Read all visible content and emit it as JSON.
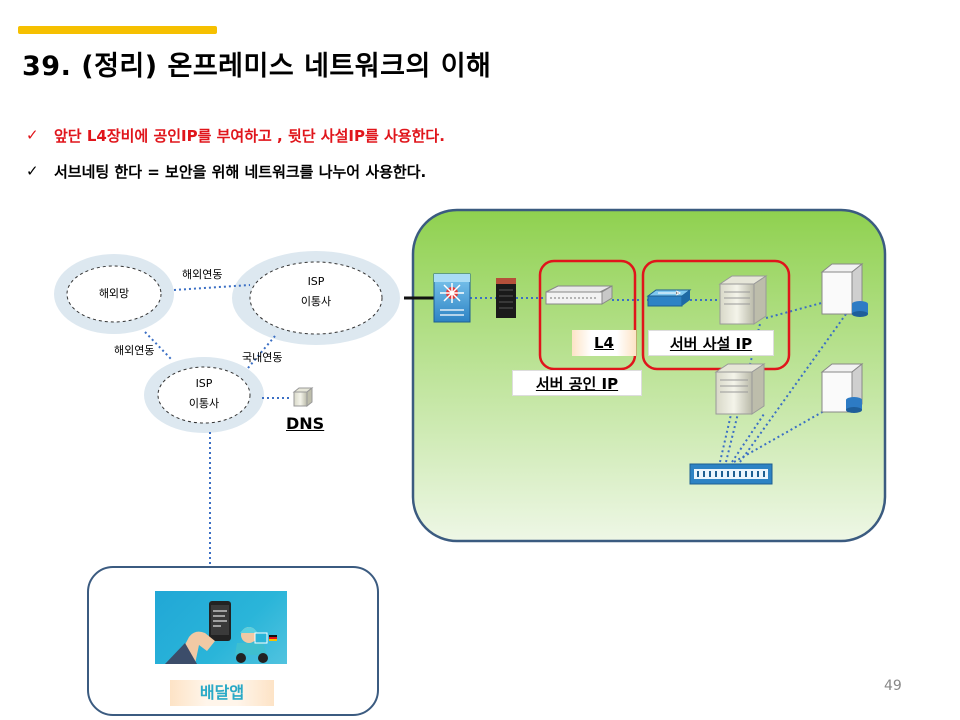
{
  "slide": {
    "title": "39. (정리) 온프레미스 네트워크의 이해",
    "accent_color": "#f6c000",
    "page_number": "49"
  },
  "bullets": [
    {
      "check": "✓",
      "text": "앞단 L4장비에 공인IP를 부여하고 , 뒷단 사설IP를 사용한다.",
      "color": "#e0151b"
    },
    {
      "check": "✓",
      "text": "서브네팅 한다 = 보안을 위해 네트워크를 나누어 사용한다.",
      "color": "#000000"
    }
  ],
  "diagram": {
    "clouds": {
      "overseas": "해외망",
      "isp_top_1": "ISP",
      "isp_top_2": "이통사",
      "isp_bottom_1": "ISP",
      "isp_bottom_2": "이통사"
    },
    "links": {
      "overseas_to_isp": "해외연동",
      "overseas_to_isp_bottom": "해외연동",
      "domestic": "국내연동"
    },
    "dns_label": "DNS",
    "datacenter": {
      "l4_label": "L4",
      "private_ip_label": "서버 사설 IP",
      "public_ip_label": "서버 공인 IP",
      "fill_top": "#8fd14f",
      "fill_bottom": "#eef7e6",
      "border": "#3b5b80",
      "highlight_border": "#e0151b"
    },
    "app_label": "배달앱"
  }
}
